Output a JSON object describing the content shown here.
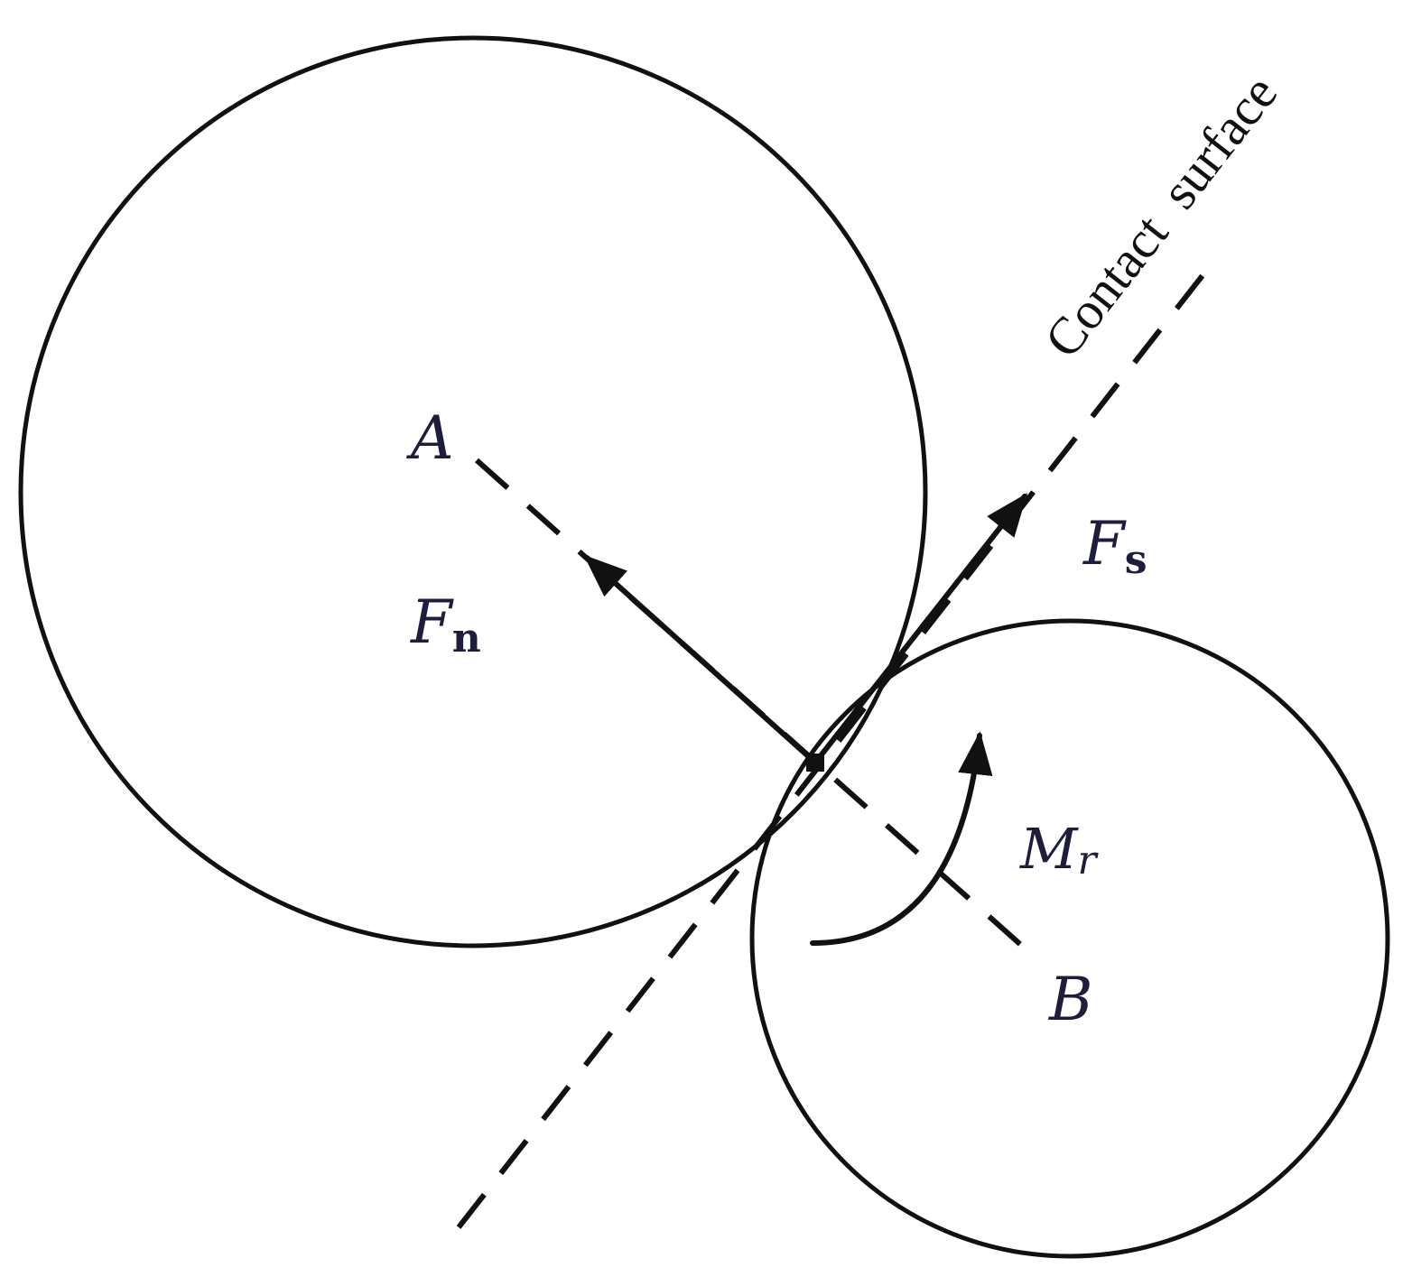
{
  "labels": {
    "point_a": "A",
    "point_b": "B",
    "normal_force_main": "F",
    "normal_force_sub": "n",
    "shear_force_main": "F",
    "shear_force_sub": "s",
    "moment_main": "M",
    "moment_sub": "r",
    "contact_surface": "Contact  surface"
  },
  "colors": {
    "stroke": "#111111",
    "label": "#1e1e3c",
    "background": "#ffffff"
  }
}
